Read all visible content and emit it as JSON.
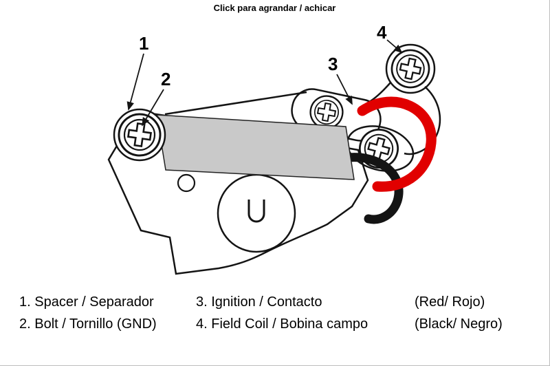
{
  "caption": "Click para agrandar / achicar",
  "diagram": {
    "callouts": [
      {
        "num": "1"
      },
      {
        "num": "2"
      },
      {
        "num": "3"
      },
      {
        "num": "4"
      }
    ],
    "colors": {
      "wire_red": "#e10000",
      "wire_black": "#141414",
      "coil_gray": "#c9c9c9"
    }
  },
  "legend": {
    "rows": [
      {
        "col1": "1. Spacer / Separador",
        "col2": "3. Ignition / Contacto",
        "col3": "(Red/ Rojo)"
      },
      {
        "col1": "2. Bolt / Tornillo (GND)",
        "col2": "4. Field Coil / Bobina campo",
        "col3": "(Black/ Negro)"
      }
    ]
  }
}
